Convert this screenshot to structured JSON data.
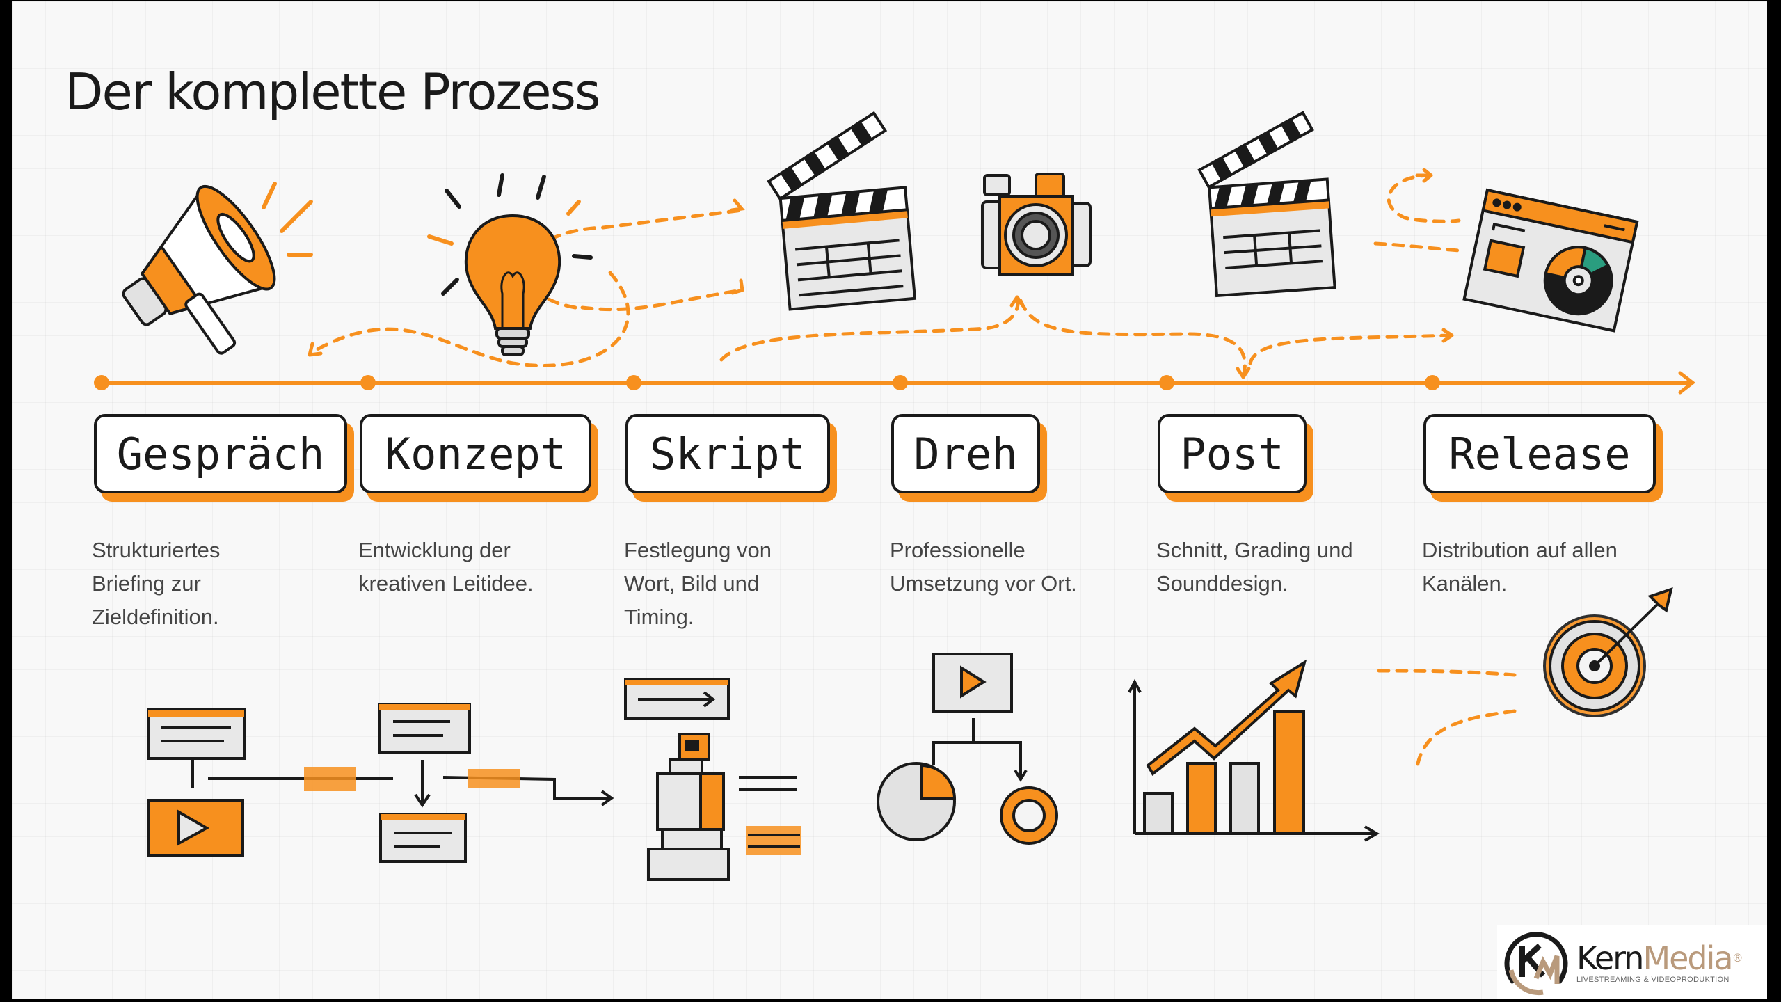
{
  "title": "Der komplette Prozess",
  "colors": {
    "accent": "#F7901E",
    "ink": "#1a1a1a",
    "paper": "#f8f8f8",
    "grey_fill": "#e2e2e2",
    "teal": "#2a9d7f",
    "logo_gold": "#b99a7c"
  },
  "stages": [
    {
      "label": "Gespräch",
      "description": "Strukturiertes Briefing zur Zieldefinition.",
      "icon": "megaphone-icon"
    },
    {
      "label": "Konzept",
      "description": "Entwicklung der kreativen Leitidee.",
      "icon": "lightbulb-icon"
    },
    {
      "label": "Skript",
      "description": "Festlegung von Wort, Bild und Timing.",
      "icon": "clapperboard-icon"
    },
    {
      "label": "Dreh",
      "description": "Professionelle Umsetzung vor Ort.",
      "icon": "camera-icon"
    },
    {
      "label": "Post",
      "description": "Schnitt, Grading und Sounddesign.",
      "icon": "clapperboard-icon"
    },
    {
      "label": "Release",
      "description": "Distribution auf allen Kanälen.",
      "icon": "browser-dashboard-icon"
    }
  ],
  "bottom_illustrations": [
    "flowchart-icon",
    "script-flow-icon",
    "camera-rig-icon",
    "media-analytics-icon",
    "growth-chart-icon",
    "target-icon"
  ],
  "logo": {
    "name_part1": "Kern",
    "name_part2": "Media",
    "registered": "®",
    "tagline": "LIVESTREAMING & VIDEOPRODUKTION",
    "monogram": "KM"
  }
}
